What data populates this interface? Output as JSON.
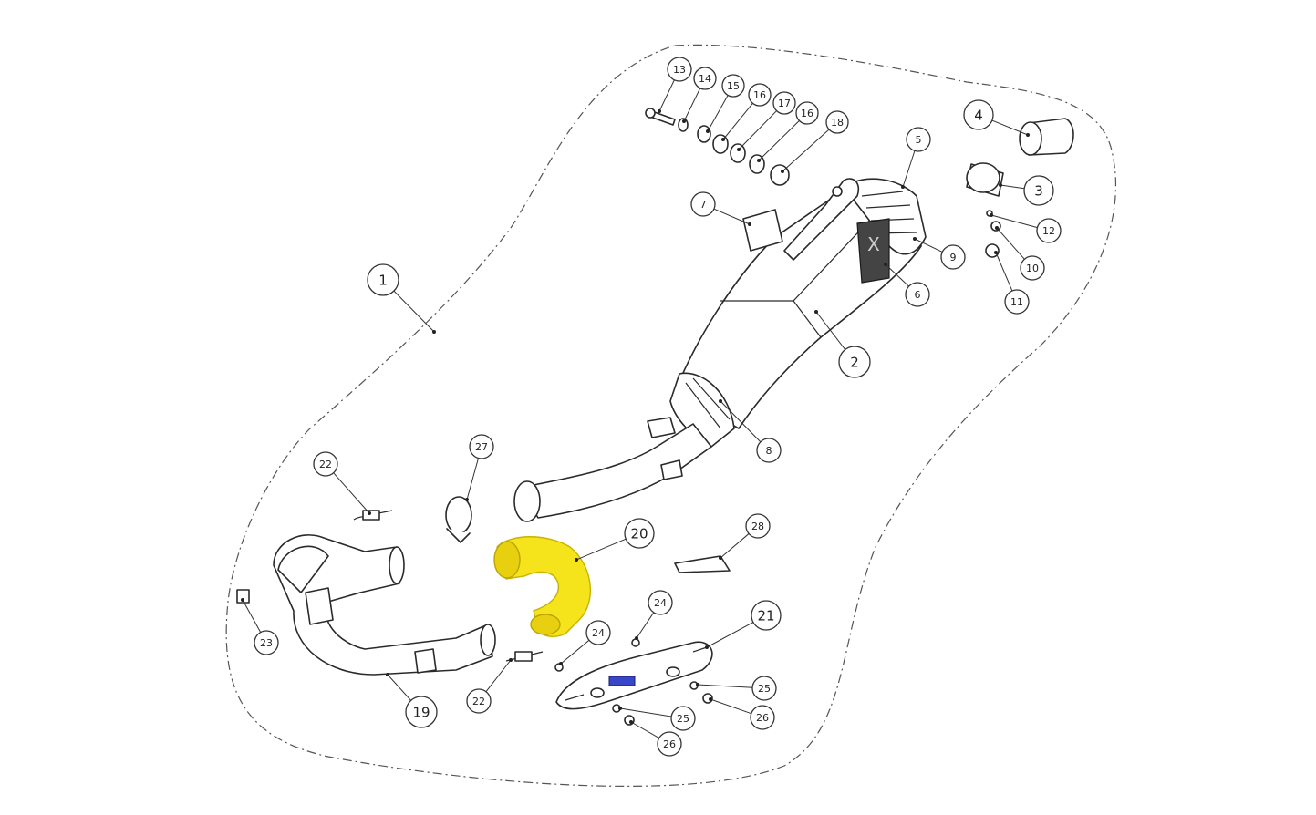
{
  "diagram": {
    "highlight_color": "#f5e31c",
    "accent_color": "#3a46c8",
    "callouts": [
      {
        "id": "c1",
        "label": "1"
      },
      {
        "id": "c2",
        "label": "2"
      },
      {
        "id": "c3",
        "label": "3"
      },
      {
        "id": "c4",
        "label": "4"
      },
      {
        "id": "c5",
        "label": "5"
      },
      {
        "id": "c6",
        "label": "6"
      },
      {
        "id": "c7",
        "label": "7"
      },
      {
        "id": "c8",
        "label": "8"
      },
      {
        "id": "c9",
        "label": "9"
      },
      {
        "id": "c10",
        "label": "10"
      },
      {
        "id": "c11",
        "label": "11"
      },
      {
        "id": "c12",
        "label": "12"
      },
      {
        "id": "c13",
        "label": "13"
      },
      {
        "id": "c14",
        "label": "14"
      },
      {
        "id": "c15",
        "label": "15"
      },
      {
        "id": "c16a",
        "label": "16"
      },
      {
        "id": "c17",
        "label": "17"
      },
      {
        "id": "c16b",
        "label": "16"
      },
      {
        "id": "c18",
        "label": "18"
      },
      {
        "id": "c19",
        "label": "19"
      },
      {
        "id": "c20",
        "label": "20"
      },
      {
        "id": "c21",
        "label": "21"
      },
      {
        "id": "c22a",
        "label": "22"
      },
      {
        "id": "c22b",
        "label": "22"
      },
      {
        "id": "c23",
        "label": "23"
      },
      {
        "id": "c24a",
        "label": "24"
      },
      {
        "id": "c24b",
        "label": "24"
      },
      {
        "id": "c25a",
        "label": "25"
      },
      {
        "id": "c25b",
        "label": "25"
      },
      {
        "id": "c26a",
        "label": "26"
      },
      {
        "id": "c26b",
        "label": "26"
      },
      {
        "id": "c27",
        "label": "27"
      },
      {
        "id": "c28",
        "label": "28"
      }
    ]
  }
}
